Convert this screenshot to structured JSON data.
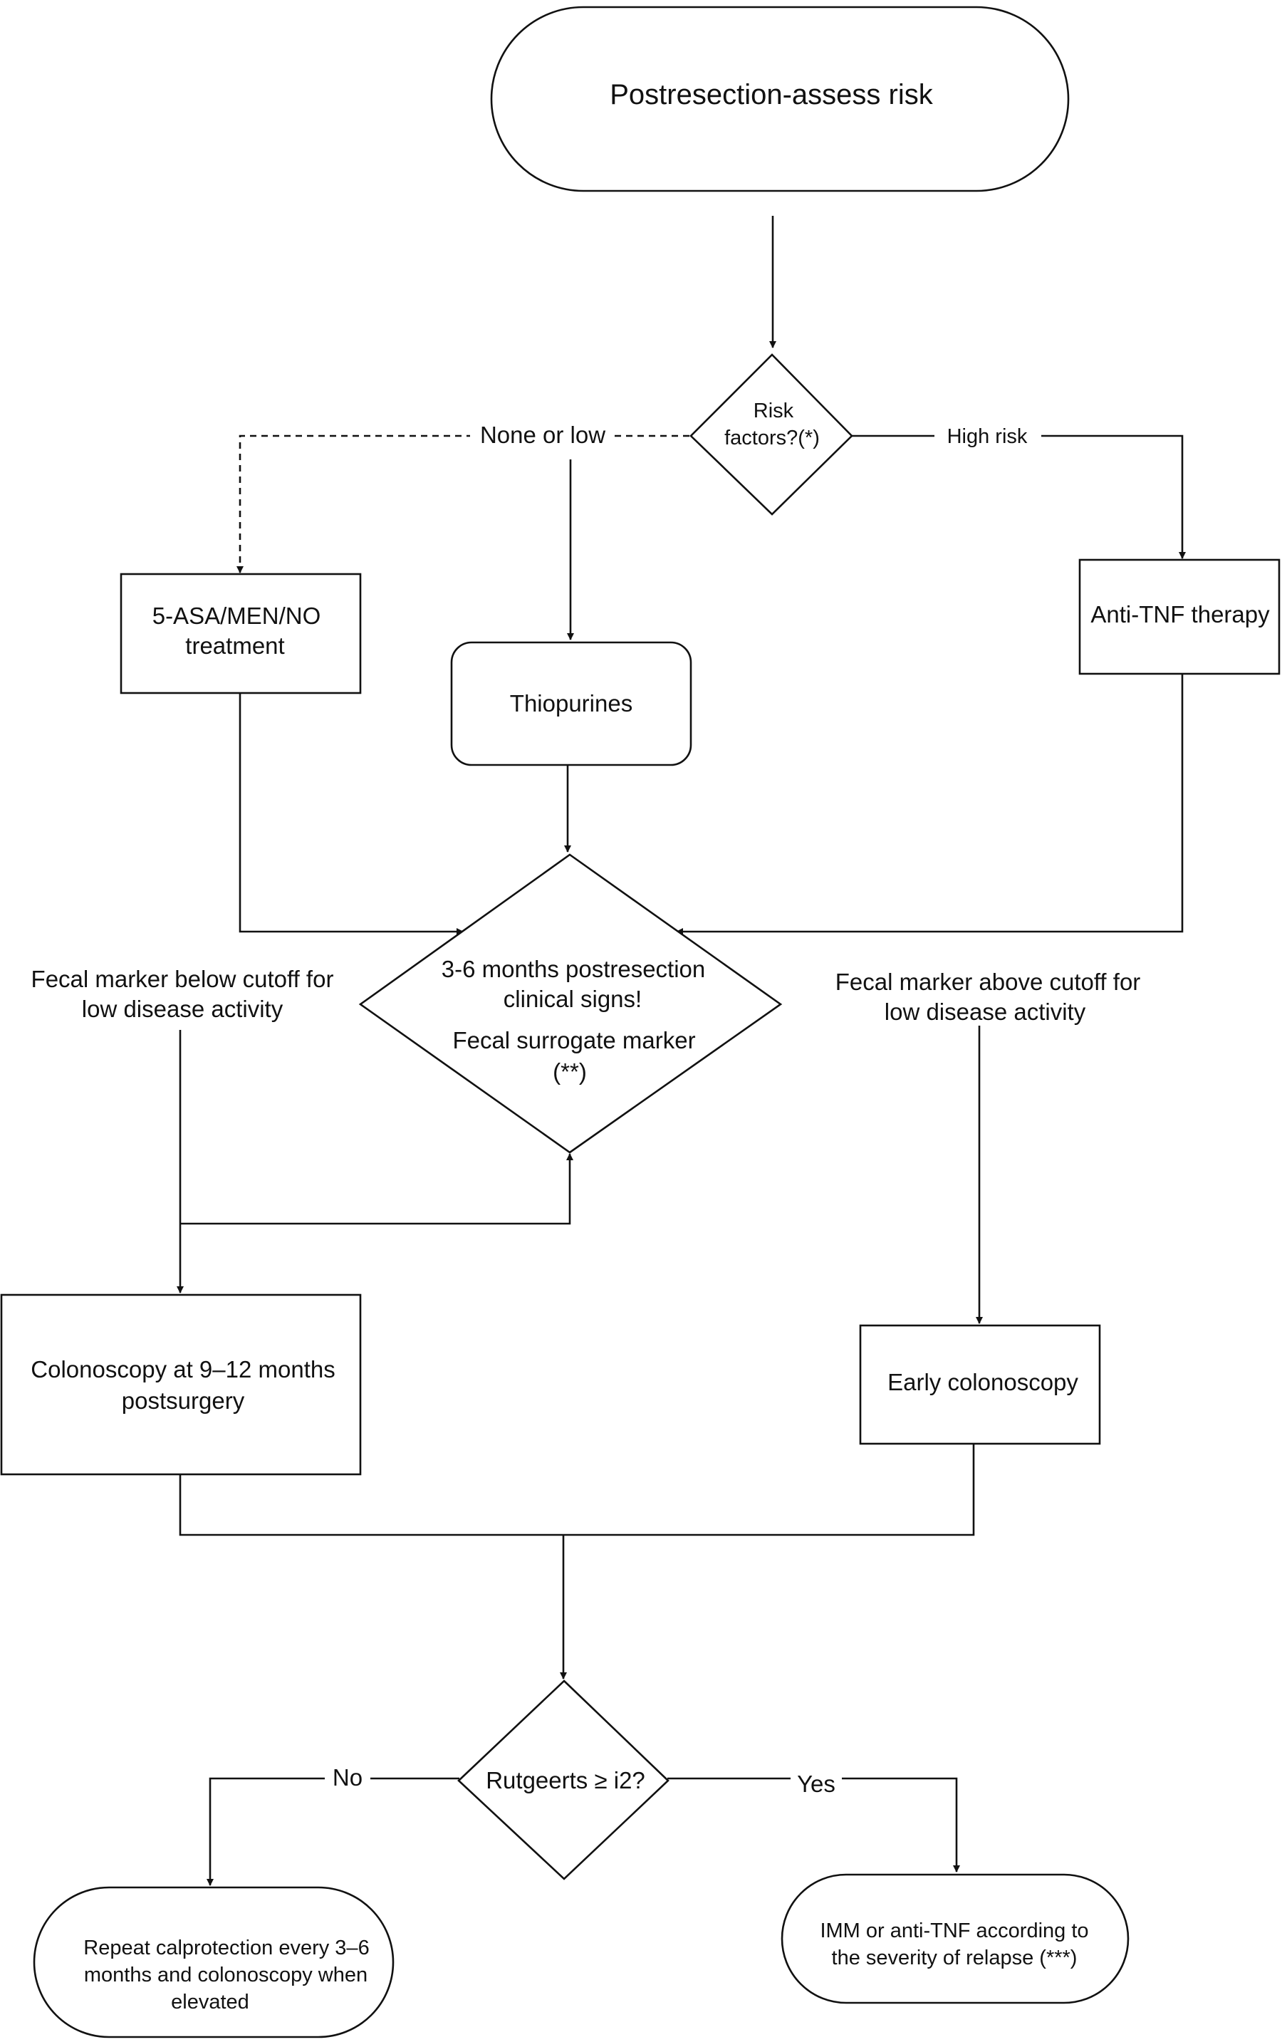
{
  "nodes": {
    "start": "Postresection-assess risk",
    "risk": [
      "Risk",
      "factors?(*)"
    ],
    "asa": [
      "5-ASA/MEN/NO",
      "treatment"
    ],
    "thio": "Thiopurines",
    "antitnf": "Anti-TNF therapy",
    "assess": [
      "3-6 months postresection",
      "clinical signs!",
      "Fecal surrogate marker",
      "(**)"
    ],
    "colono": [
      "Colonoscopy at 9–12 months",
      "postsurgery"
    ],
    "early": "Early colonoscopy",
    "rutgeerts": "Rutgeerts ≥ i2?",
    "repeat": [
      "Repeat calprotection every 3–6",
      "months and  colonoscopy when",
      "elevated"
    ],
    "imm": [
      "IMM or anti-TNF according to",
      "the severity of relapse (***)"
    ]
  },
  "edges": {
    "none_low": "None or low",
    "high_risk": "High risk",
    "below": [
      "Fecal marker below cutoff for",
      "low disease activity"
    ],
    "above": [
      "Fecal marker above cutoff for",
      "low disease activity"
    ],
    "no": "No",
    "yes": "Yes"
  }
}
